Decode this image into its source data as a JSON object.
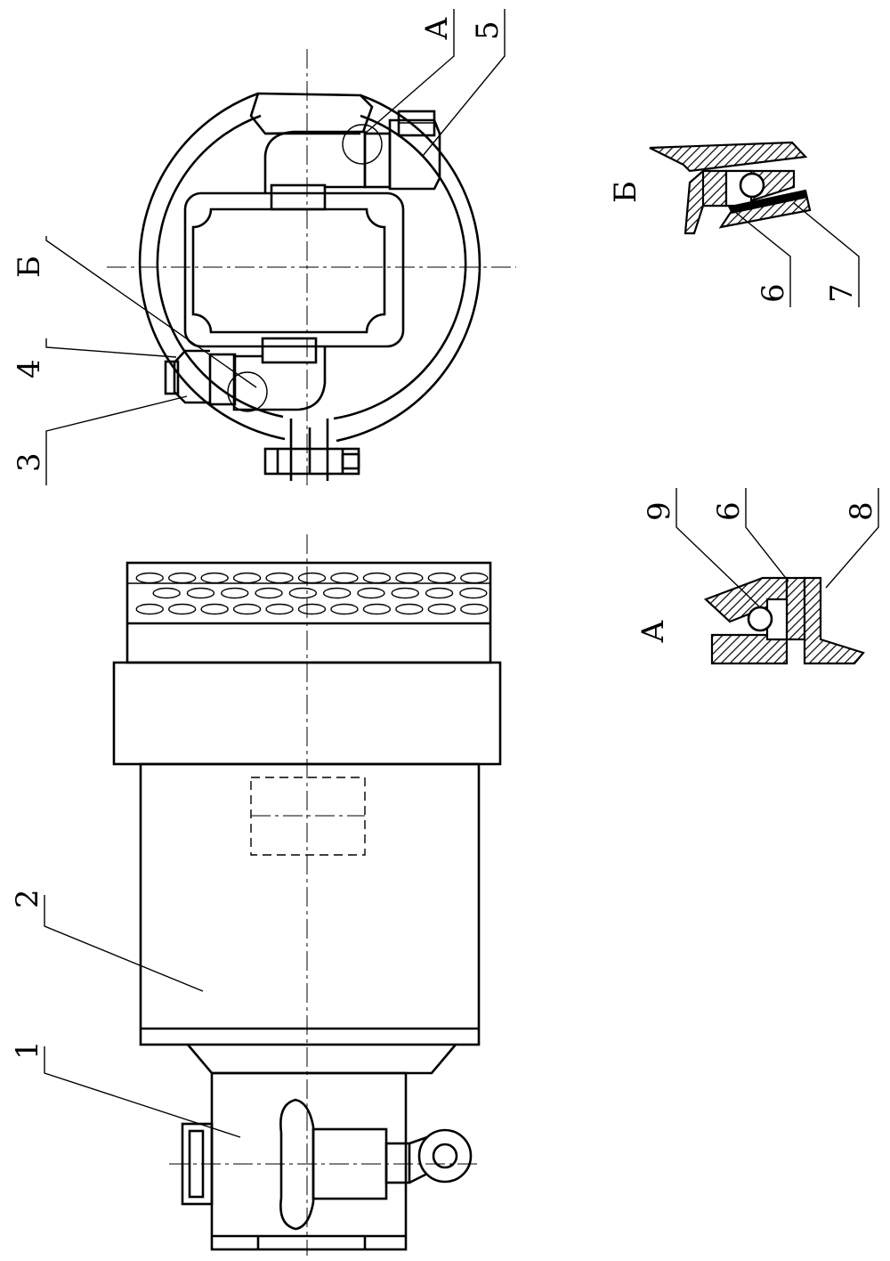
{
  "labels": {
    "part1": "1",
    "part2": "2",
    "part3": "3",
    "part4": "4",
    "part5": "5",
    "part6_a": "6",
    "part6_b": "6",
    "part7": "7",
    "part8": "8",
    "part9": "9",
    "view_a_callout": "А",
    "view_b_callout": "Б",
    "view_a_title": "А",
    "view_b_title": "Б"
  }
}
